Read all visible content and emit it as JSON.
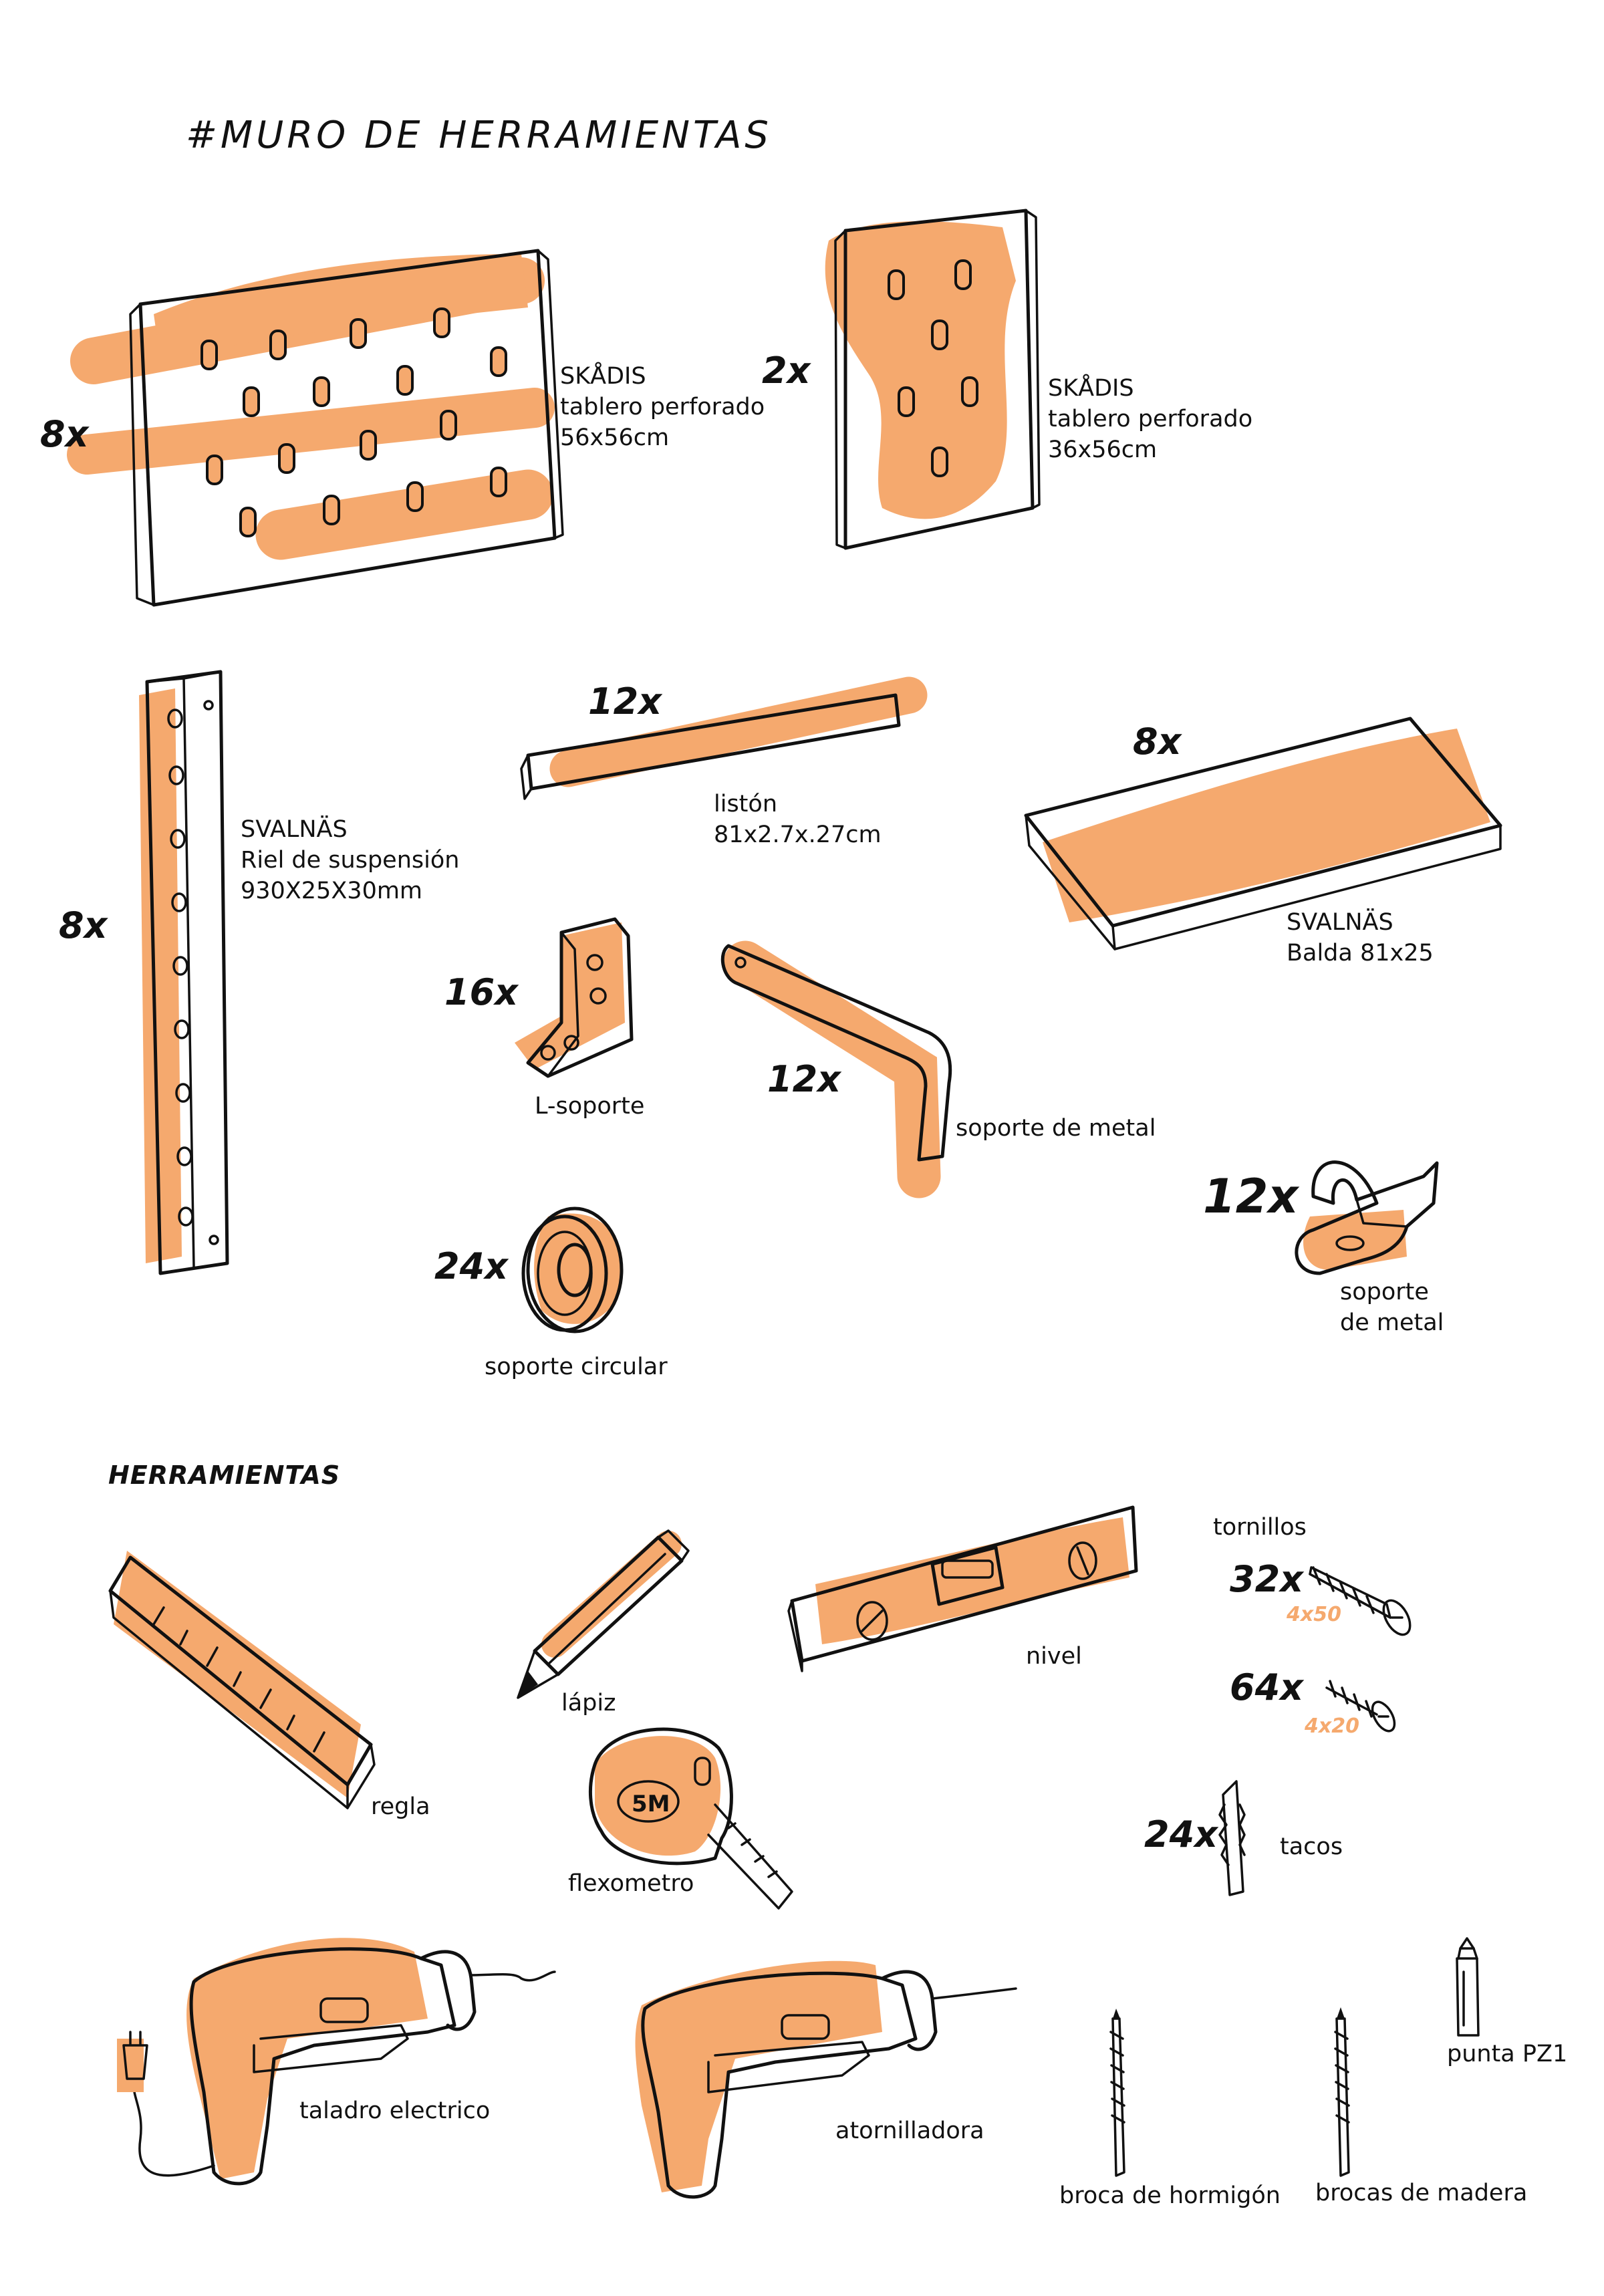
{
  "title": "#MURO DE HERRAMIENTAS",
  "accent_color": "#f5a96e",
  "ink_color": "#111111",
  "items": {
    "skadis_large": {
      "qty": "8x",
      "lines": [
        "SKÅDIS",
        "tablero perforado",
        "56x56cm"
      ],
      "icon": "pegboard-icon"
    },
    "skadis_small": {
      "qty": "2x",
      "lines": [
        "SKÅDIS",
        "tablero perforado",
        "36x56cm"
      ],
      "icon": "pegboard-icon"
    },
    "svalnas_rail": {
      "qty": "8x",
      "lines": [
        "SVALNÄS",
        "Riel de suspensión",
        "930X25X30mm"
      ],
      "icon": "rail-icon"
    },
    "liston": {
      "qty": "12x",
      "lines": [
        "listón",
        "81x2.7x.27cm"
      ],
      "icon": "batten-icon"
    },
    "svalnas_shelf": {
      "qty": "8x",
      "lines": [
        "SVALNÄS",
        "Balda 81x25"
      ],
      "icon": "shelf-icon"
    },
    "l_soporte": {
      "qty": "16x",
      "lines": [
        "L-soporte"
      ],
      "icon": "l-bracket-icon"
    },
    "soporte_metal_arm": {
      "qty": "12x",
      "lines": [
        "soporte de metal"
      ],
      "icon": "metal-arm-bracket-icon"
    },
    "soporte_metal_hook": {
      "qty": "12x",
      "lines": [
        "soporte",
        "de metal"
      ],
      "icon": "metal-hook-bracket-icon"
    },
    "soporte_circular": {
      "qty": "24x",
      "lines": [
        "soporte circular"
      ],
      "icon": "circular-bracket-icon"
    }
  },
  "tools_heading": "HERRAMIENTAS",
  "tools": {
    "regla": {
      "label": "regla",
      "icon": "ruler-icon"
    },
    "lapiz": {
      "label": "lápiz",
      "icon": "pencil-icon"
    },
    "flexometro": {
      "label": "flexometro",
      "icon": "tape-measure-icon",
      "badge": "5M"
    },
    "nivel": {
      "label": "nivel",
      "icon": "spirit-level-icon"
    },
    "tornillos_heading": "tornillos",
    "tornillo_large": {
      "qty": "32x",
      "size": "4x50",
      "icon": "screw-icon"
    },
    "tornillo_small": {
      "qty": "64x",
      "size": "4x20",
      "icon": "screw-icon"
    },
    "tacos": {
      "qty": "24x",
      "label": "tacos",
      "icon": "wall-plug-icon"
    },
    "taladro": {
      "label": "taladro electrico",
      "icon": "drill-icon"
    },
    "atornilladora": {
      "label": "atornilladora",
      "icon": "screwdriver-drill-icon"
    },
    "broca_hormigon": {
      "label": "broca de hormigón",
      "icon": "masonry-bit-icon"
    },
    "brocas_madera": {
      "label": "brocas de madera",
      "icon": "wood-bit-icon"
    },
    "punta_pz1": {
      "label": "punta PZ1",
      "icon": "screwdriver-bit-icon"
    }
  }
}
